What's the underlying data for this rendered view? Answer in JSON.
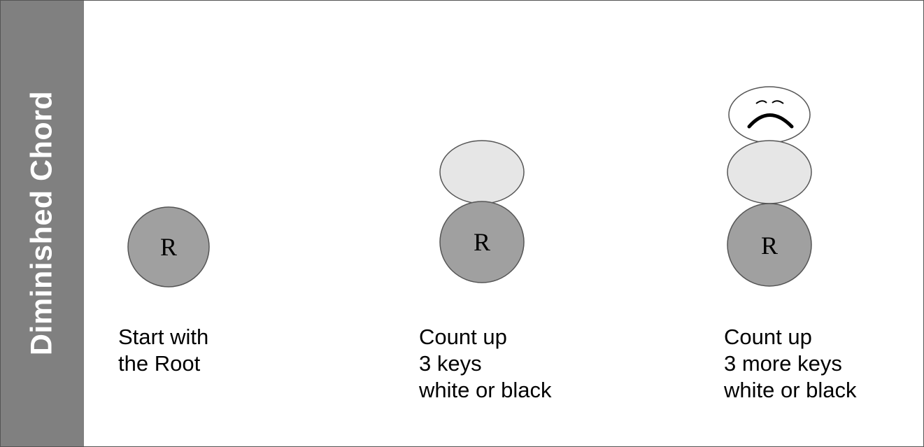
{
  "sidebar": {
    "title": "Diminished Chord"
  },
  "steps": [
    {
      "root_label": "R",
      "caption": [
        "Start with",
        "the Root"
      ]
    },
    {
      "root_label": "R",
      "caption": [
        "Count up",
        "3 keys",
        "white or black"
      ]
    },
    {
      "root_label": "R",
      "caption": [
        "Count up",
        "3 more keys",
        "white or black"
      ]
    }
  ],
  "colors": {
    "sidebar": "#808080",
    "root_fill": "#a0a0a0",
    "upper_fill": "#e6e6e6",
    "sad_face_fill": "#ffffff"
  },
  "icons": {
    "sad_face": "sad-face-icon"
  }
}
